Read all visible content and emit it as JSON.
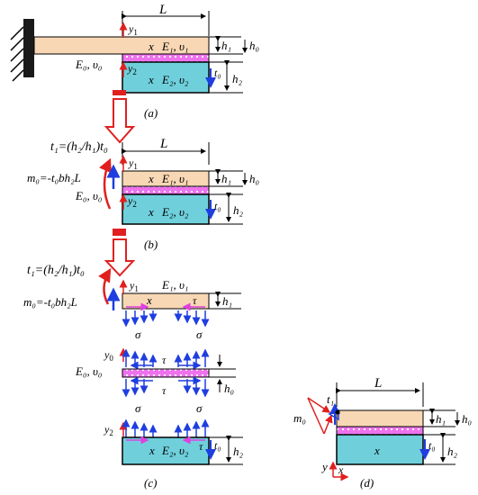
{
  "colors": {
    "upper_layer": "#f8d7b4",
    "lower_layer": "#6fd0dc",
    "adhesive": "#ee72ee",
    "red": "#e02020",
    "blue": "#1f3ee0"
  },
  "labels": {
    "L": "L",
    "y1": "y",
    "y1_sub": "1",
    "y2": "y",
    "y2_sub": "2",
    "y0": "y",
    "y0_sub": "0",
    "x": "x",
    "upper_mat": "E₁, υ₁",
    "lower_mat": "E₂, υ₂",
    "adhesive_mat": "E₀, υ₀",
    "h1": "h₁",
    "h0": "h₀",
    "h2": "h₂",
    "t0": "t₀",
    "sigma": "σ",
    "tau": "τ",
    "t1_eq": "t₁=(h₂/h₁)t₀",
    "m0_eq": "m₀=-t₀bh₂L",
    "t1": "t₁",
    "m0": "m₀",
    "axis_y": "y",
    "axis_x": "x"
  },
  "panels": {
    "a": "(a)",
    "b": "(b)",
    "c": "(c)",
    "d": "(d)"
  }
}
